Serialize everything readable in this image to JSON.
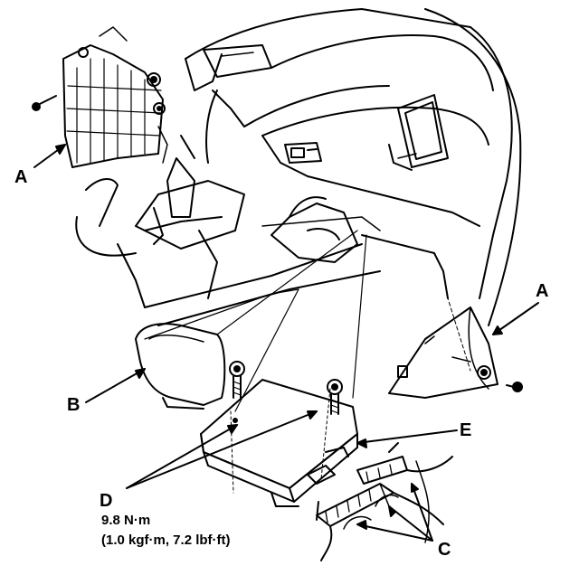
{
  "labels": {
    "a_left": "A",
    "a_right": "A",
    "b": "B",
    "c": "C",
    "d": "D",
    "e": "E"
  },
  "torque": {
    "line1": "9.8 N·m",
    "line2": "(1.0 kgf·m, 7.2 lbf·ft)"
  },
  "colors": {
    "ink": "#000000",
    "paper": "#ffffff"
  }
}
